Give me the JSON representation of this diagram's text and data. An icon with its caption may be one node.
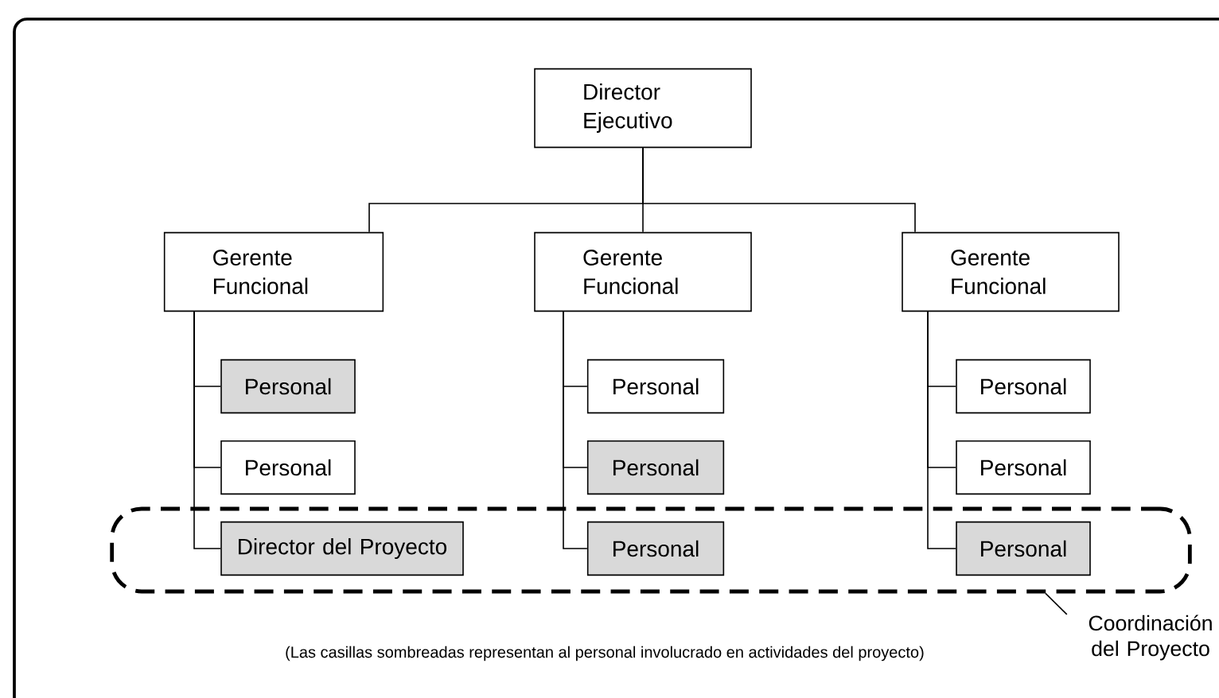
{
  "diagram": {
    "nodes": [
      {
        "text": [
          "Director Ejecutivo"
        ]
      },
      {
        "text": [
          "Gerente Funcional"
        ]
      },
      {
        "text": [
          "Gerente Funcional"
        ]
      },
      {
        "text": [
          "Gerente Funcional"
        ]
      },
      {
        "text": [],
        "shape": "box"
      },
      {
        "text": [
          "Personal"
        ]
      },
      {
        "text": [
          "Personal"
        ]
      },
      {
        "text": [
          "Director del Proyecto"
        ],
        "in": 4
      },
      {
        "text": [
          "Personal"
        ]
      },
      {
        "text": [
          "Personal"
        ]
      },
      {
        "text": [
          "Personal"
        ],
        "in": 4
      },
      {
        "text": [
          "Personal"
        ]
      },
      {
        "text": [
          "Personal"
        ]
      },
      {
        "text": [
          "Personal"
        ],
        "in": 4
      },
      {
        "text": [
          "Coordinación del Proyecto"
        ]
      }
    ],
    "edges": [
      {
        "from": 0,
        "to": 1,
        "arrow": "none"
      },
      {
        "from": 0,
        "to": 2,
        "arrow": "none"
      },
      {
        "from": 0,
        "to": 3,
        "arrow": "none"
      },
      {
        "from": 1,
        "to": 5,
        "arrow": "none"
      },
      {
        "from": 1,
        "to": 6,
        "arrow": "none"
      },
      {
        "from": 1,
        "to": 7,
        "arrow": "none"
      },
      {
        "from": 2,
        "to": 8,
        "arrow": "none"
      },
      {
        "from": 2,
        "to": 9,
        "arrow": "none"
      },
      {
        "from": 2,
        "to": 10,
        "arrow": "none"
      },
      {
        "from": 3,
        "to": 11,
        "arrow": "none"
      },
      {
        "from": 3,
        "to": 12,
        "arrow": "none"
      },
      {
        "from": 3,
        "to": 13,
        "arrow": "none"
      },
      {
        "from": 14,
        "to": 4,
        "arrow": "none"
      }
    ],
    "labels": [
      "(Las casillas sombreadas representan al personal involucrado en actividades del proyecto)"
    ]
  }
}
